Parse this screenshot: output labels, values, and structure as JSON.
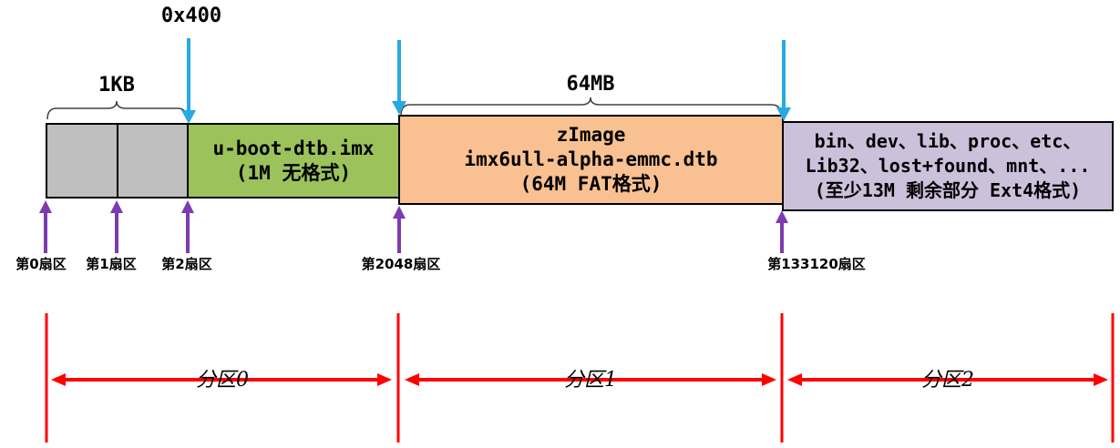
{
  "annotations": {
    "offset_label": "0x400",
    "boot_size_label": "1KB",
    "fat_size_label": "64MB"
  },
  "blocks": {
    "uboot": {
      "line1": "u-boot-dtb.imx",
      "line2": "(1M 无格式)"
    },
    "fat": {
      "line1": "zImage",
      "line2": "imx6ull-alpha-emmc.dtb",
      "line3": "(64M FAT格式)"
    },
    "rootfs": {
      "line1": "bin、dev、lib、proc、etc、",
      "line2": "Lib32、lost+found、mnt、...",
      "line3": "(至少13M 剩余部分 Ext4格式)"
    }
  },
  "sector_labels": [
    "第0扇区",
    "第1扇区",
    "第2扇区",
    "第2048扇区",
    "第133120扇区"
  ],
  "partition_labels": [
    "分区0",
    "分区1",
    "分区2"
  ],
  "colors": {
    "reserved_gray": "#BFBFBF",
    "uboot_green": "#9CC25C",
    "fat_orange": "#F9C191",
    "rootfs_purple": "#CCC1DB",
    "offset_arrow_cyan": "#29A9E1",
    "sector_arrow_purple": "#7C3BAF",
    "partition_red": "#FF0000",
    "block_border": "#000000"
  }
}
